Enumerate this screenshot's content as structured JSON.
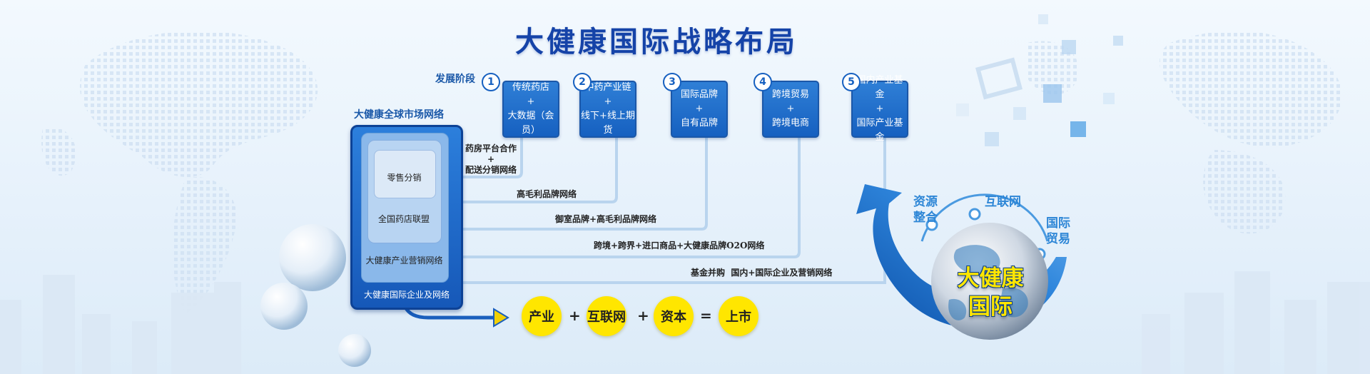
{
  "title": "大健康国际战略布局",
  "stage_label": "发展阶段",
  "network_label": "大健康全球市场网络",
  "stages": [
    {
      "num": "1",
      "line1": "传统药店",
      "line2": "+",
      "line3": "大数据（会员）"
    },
    {
      "num": "2",
      "line1": "中药产业链",
      "line2": "+",
      "line3": "线下+线上期货"
    },
    {
      "num": "3",
      "line1": "国际品牌",
      "line2": "+",
      "line3": "自有品牌"
    },
    {
      "num": "4",
      "line1": "跨境贸易",
      "line2": "+",
      "line3": "跨境电商"
    },
    {
      "num": "5",
      "line1": "国内产业基金",
      "line2": "+",
      "line3": "国际产业基金"
    }
  ],
  "nested_boxes": {
    "retail": "零售分销",
    "alliance": "全国药店联盟",
    "industry": "大健康产业营销网络",
    "international": "大健康国际企业及网络"
  },
  "flows": {
    "f1a": "药房平台合作",
    "f1b": "+",
    "f1c": "配送分销网络",
    "f2": "高毛利品牌网络",
    "f3": "御室品牌+高毛利品牌网络",
    "f4": "跨境+跨界+进口商品+大健康品牌O2O网络",
    "f5": "基金并购  国内+国际企业及营销网络"
  },
  "equation": {
    "term1": "产业",
    "plus1": "+",
    "term2": "互联网",
    "plus2": "+",
    "term3": "资本",
    "equals": "=",
    "result": "上市"
  },
  "globe": {
    "line1": "大健康",
    "line2": "国际",
    "tag_resources_1": "资源",
    "tag_resources_2": "整合",
    "tag_internet": "互联网",
    "tag_trade_1": "国际",
    "tag_trade_2": "贸易"
  },
  "colors": {
    "title": "#1543a8",
    "box_blue": "#1660c0",
    "highlight_yellow": "#ffe600",
    "accent_blue": "#2d86d6"
  }
}
